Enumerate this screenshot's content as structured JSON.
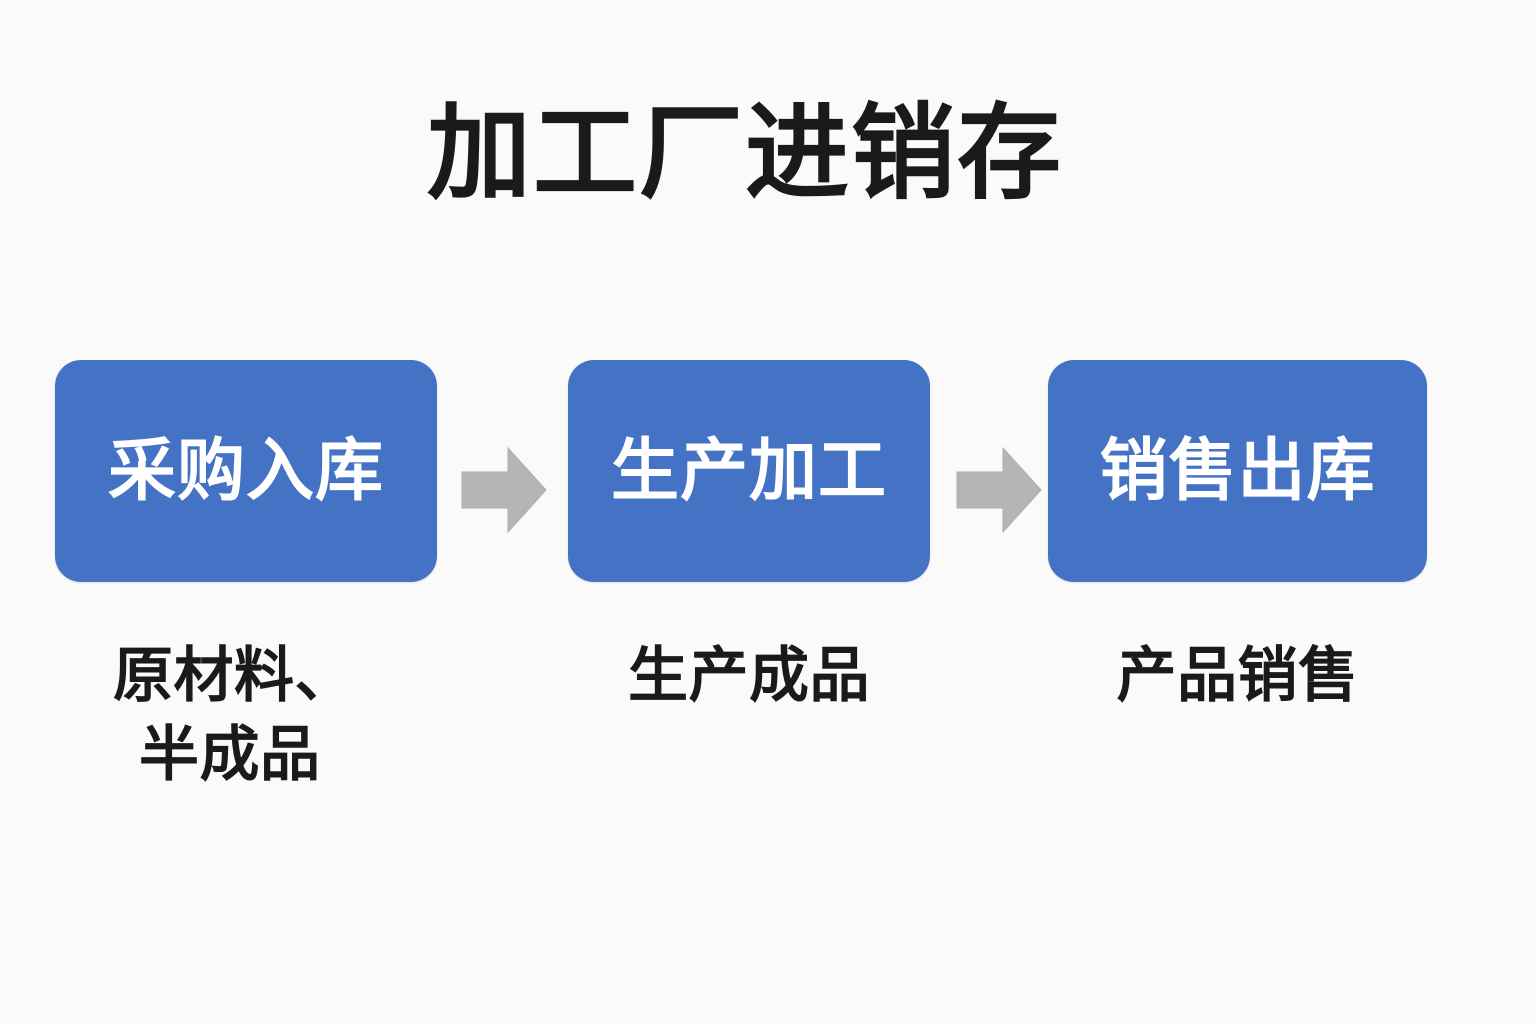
{
  "page": {
    "title": "加工厂进销存",
    "background_color": "#fafafa"
  },
  "colors": {
    "box_fill": "#4472c4",
    "box_label": "#ffffff",
    "arrow_fill": "#b5b5b5",
    "arrow_stroke": "#aaaaaa",
    "text": "#1a1a1a"
  },
  "flow": {
    "stages": [
      {
        "box_label": "采购入库",
        "caption_line_1": "原材料、",
        "caption_line_2": "半成品"
      },
      {
        "box_label": "生产加工",
        "caption_line_1": "生产成品",
        "caption_line_2": ""
      },
      {
        "box_label": "销售出库",
        "caption_line_1": "产品销售",
        "caption_line_2": ""
      }
    ],
    "connectors": [
      {
        "icon": "arrow-right-icon",
        "from": "采购入库",
        "to": "生产加工"
      },
      {
        "icon": "arrow-right-icon",
        "from": "生产加工",
        "to": "销售出库"
      }
    ]
  }
}
